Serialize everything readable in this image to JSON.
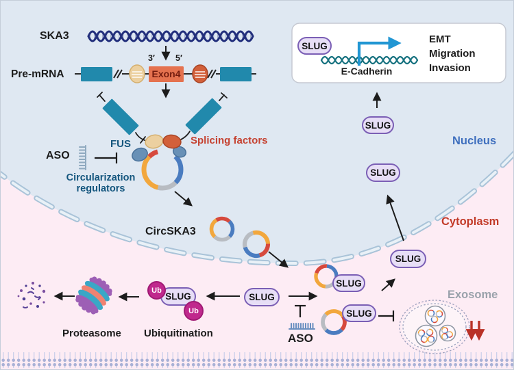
{
  "nucleus": {
    "region_label": "Nucleus",
    "gene_label": "SKA3",
    "pre_mrna_label": "Pre-mRNA",
    "exon_label": "Exon4",
    "splice_site_3": "3′",
    "splice_site_5": "5′",
    "fus_label": "FUS",
    "splicing_factors_label": "Splicing factors",
    "aso_label": "ASO",
    "circ_regulators_line1": "Circularization",
    "circ_regulators_line2": "regulators",
    "circrna_label": "CircSKA3"
  },
  "cytoplasm": {
    "region_label": "Cytoplasm",
    "proteasome_label": "Proteasome",
    "ubiquitination_label": "Ubiquitination",
    "ubiquitin_label": "Ub",
    "aso_label": "ASO",
    "exosome_label": "Exosome"
  },
  "protein": {
    "slug_label": "SLUG"
  },
  "target_box": {
    "gene_label": "E-Cadherin",
    "outcomes": [
      "EMT",
      "Migration",
      "Invasion"
    ]
  },
  "colors": {
    "nucleus_bg": "#dfe8f2",
    "cytoplasm_bg": "#fdecf4",
    "membrane_capsule": "#a9c3d8",
    "membrane_capsule_fill": "#e9f1f7",
    "exon_teal": "#2189ac",
    "exon4_fill": "#e5724f",
    "exon4_text": "#731c0f",
    "dna_navy": "#222f7c",
    "ecadherin_teal": "#15717f",
    "transcription_arrow": "#2196d3",
    "ring_red": "#d6493d",
    "ring_orange": "#f2a73d",
    "ring_gray": "#b8bcc2",
    "ring_blue": "#4a7cc0",
    "slug_fill": "#e7def6",
    "slug_border": "#7b5fb5",
    "ub_fill": "#c0298d",
    "fus_blob": "#6890b6",
    "sf_tan": "#ecd0a0",
    "sf_orange": "#d2603a",
    "nucleus_label_color": "#3f6fbe",
    "cytoplasm_label_color": "#c23a28",
    "splicing_label_color": "#c54231",
    "regulator_label_color": "#14567e",
    "exosome_label_color": "#9aa2ab",
    "arrow_black": "#1c1c1c",
    "red_arrow": "#b93127",
    "proteasome_purple": "#9d5fb5",
    "proteasome_teal": "#3aa7c6",
    "proteasome_salmon": "#ef8272",
    "bilayer_head": "#a9b1d6",
    "bilayer_tail": "#c7cde9",
    "aso_comb": "#6a8fc0"
  }
}
